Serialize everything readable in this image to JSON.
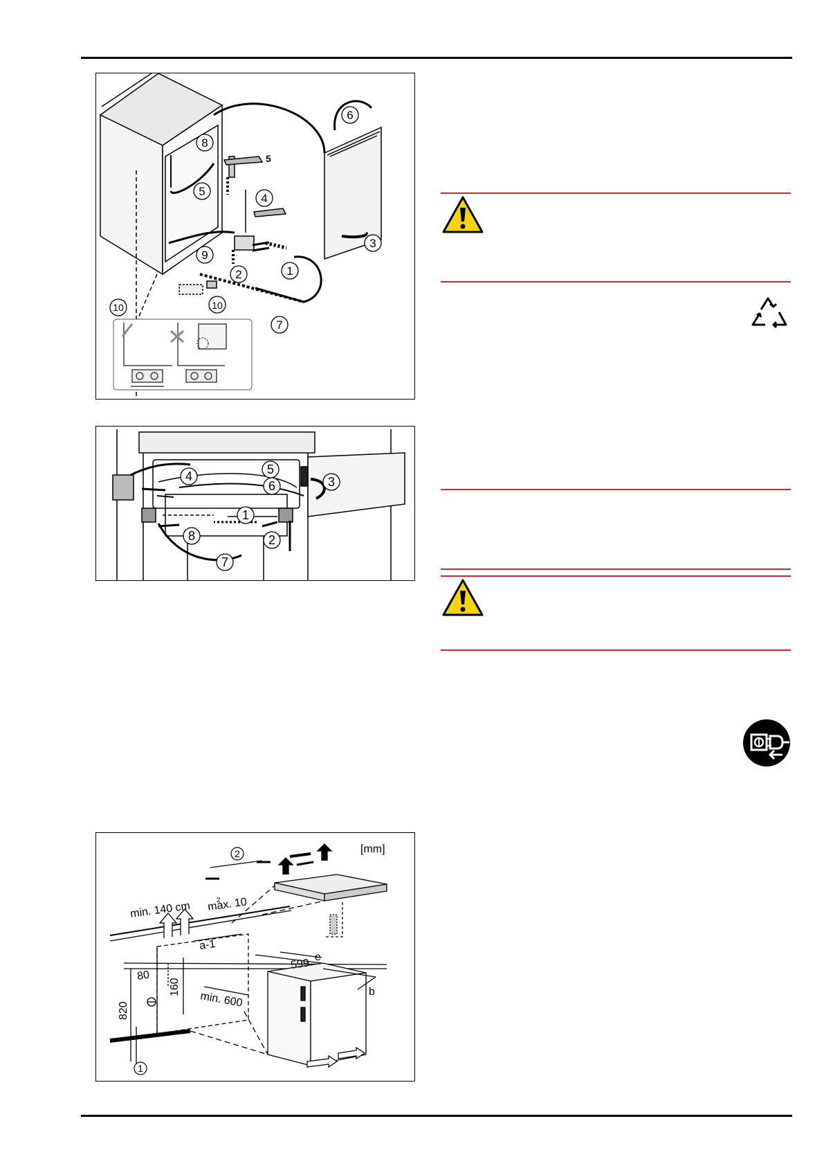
{
  "figure1": {
    "callouts": [
      "1",
      "2",
      "3",
      "4",
      "5",
      "6",
      "7",
      "8",
      "9",
      "10"
    ],
    "wrench_size": "5",
    "inset_callout": "10"
  },
  "figure2": {
    "callouts": [
      "1",
      "2",
      "3",
      "4",
      "5",
      "6",
      "7",
      "8"
    ]
  },
  "figure3": {
    "unit_label": "[mm]",
    "callout_1": "1",
    "callout_2": "2",
    "vent_area": "min. 140 cm",
    "vent_area_sup": "2",
    "max_gap": "max. 10",
    "dim_a": "a-1",
    "dim_e": "e",
    "dim_599": "599",
    "dim_b": "b",
    "dim_80": "80",
    "dim_160": "160",
    "dim_820": "820",
    "dim_min600": "min. 600"
  },
  "icons": {
    "warning_1": "warning-triangle-icon",
    "warning_2": "warning-triangle-icon",
    "recycle": "recycling-icon",
    "unplug": "unplug-mains-icon"
  },
  "colors": {
    "warning_line": "#d7262c",
    "warning_fill": "#f6d313"
  }
}
